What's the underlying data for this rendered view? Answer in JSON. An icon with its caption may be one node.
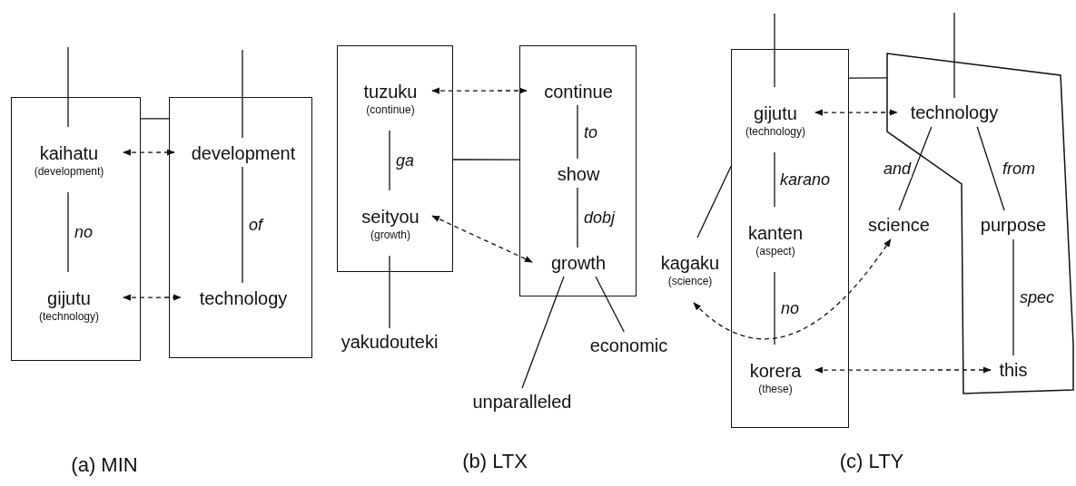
{
  "diagram": {
    "nodes": [
      {
        "text": [],
        "shape": "box"
      },
      {
        "text": [
          "kaihatu",
          "(development)"
        ],
        "in": 0
      },
      {
        "text": [
          "gijutu",
          "(technology)"
        ],
        "in": 0
      },
      {
        "text": [],
        "shape": "box"
      },
      {
        "text": [
          "development"
        ],
        "in": 3
      },
      {
        "text": [
          "technology"
        ],
        "in": 3
      },
      {
        "text": [],
        "shape": "box"
      },
      {
        "text": [
          "tuzuku",
          "(continue)"
        ],
        "in": 6
      },
      {
        "text": [
          "seityou",
          "(growth)"
        ],
        "in": 6
      },
      {
        "text": [],
        "shape": "box"
      },
      {
        "text": [
          "continue"
        ],
        "in": 9
      },
      {
        "text": [
          "show"
        ],
        "in": 9
      },
      {
        "text": [
          "growth"
        ],
        "in": 9
      },
      {
        "text": [
          "yakudouteki"
        ]
      },
      {
        "text": [
          "unparalleled"
        ]
      },
      {
        "text": [
          "economic"
        ]
      },
      {
        "text": [],
        "shape": "box"
      },
      {
        "text": [
          "gijutu",
          "(technology)"
        ],
        "in": 16
      },
      {
        "text": [
          "kanten",
          "(aspect)"
        ],
        "in": 16
      },
      {
        "text": [
          "korera",
          "(these)"
        ],
        "in": 16
      },
      {
        "text": [
          "kagaku",
          "(science)"
        ]
      },
      {
        "text": [],
        "shape": "polygon"
      },
      {
        "text": [
          "technology"
        ],
        "in": 21
      },
      {
        "text": [
          "purpose"
        ],
        "in": 21
      },
      {
        "text": [
          "this"
        ],
        "in": 21
      },
      {
        "text": [
          "science"
        ]
      }
    ],
    "edges": [
      {
        "from": null,
        "to": 1,
        "arrow": "none"
      },
      {
        "from": 1,
        "to": 2,
        "arrow": "none",
        "label": "no"
      },
      {
        "from": null,
        "to": 4,
        "arrow": "none"
      },
      {
        "from": 4,
        "to": 5,
        "arrow": "none",
        "label": "of"
      },
      {
        "from": 0,
        "to": 3,
        "arrow": "none"
      },
      {
        "from": 1,
        "to": 4,
        "arrow": "both",
        "style": "dashed"
      },
      {
        "from": 2,
        "to": 5,
        "arrow": "both",
        "style": "dashed"
      },
      {
        "from": 7,
        "to": 8,
        "arrow": "none",
        "label": "ga"
      },
      {
        "from": 8,
        "to": 13,
        "arrow": "none"
      },
      {
        "from": 10,
        "to": 11,
        "arrow": "none",
        "label": "to"
      },
      {
        "from": 11,
        "to": 12,
        "arrow": "none",
        "label": "dobj"
      },
      {
        "from": 12,
        "to": 14,
        "arrow": "none"
      },
      {
        "from": 12,
        "to": 15,
        "arrow": "none"
      },
      {
        "from": 6,
        "to": 9,
        "arrow": "none"
      },
      {
        "from": 7,
        "to": 10,
        "arrow": "both",
        "style": "dashed"
      },
      {
        "from": 8,
        "to": 12,
        "arrow": "both",
        "style": "dashed"
      },
      {
        "from": null,
        "to": 17,
        "arrow": "none"
      },
      {
        "from": null,
        "to": 22,
        "arrow": "none"
      },
      {
        "from": 17,
        "to": 18,
        "arrow": "none",
        "label": "karano"
      },
      {
        "from": 18,
        "to": 19,
        "arrow": "none",
        "label": "no"
      },
      {
        "from": 20,
        "to": 16,
        "arrow": "none"
      },
      {
        "from": 22,
        "to": 25,
        "arrow": "none",
        "label": "and"
      },
      {
        "from": 22,
        "to": 23,
        "arrow": "none",
        "label": "from"
      },
      {
        "from": 23,
        "to": 24,
        "arrow": "none",
        "label": "spec"
      },
      {
        "from": 16,
        "to": 21,
        "arrow": "none"
      },
      {
        "from": 17,
        "to": 22,
        "arrow": "both",
        "style": "dashed"
      },
      {
        "from": 19,
        "to": 24,
        "arrow": "both",
        "style": "dashed"
      },
      {
        "from": 20,
        "to": 25,
        "arrow": "both",
        "style": "dashed"
      }
    ],
    "labels": [
      "(a) MIN",
      "(b) LTX",
      "(c) LTY"
    ]
  }
}
